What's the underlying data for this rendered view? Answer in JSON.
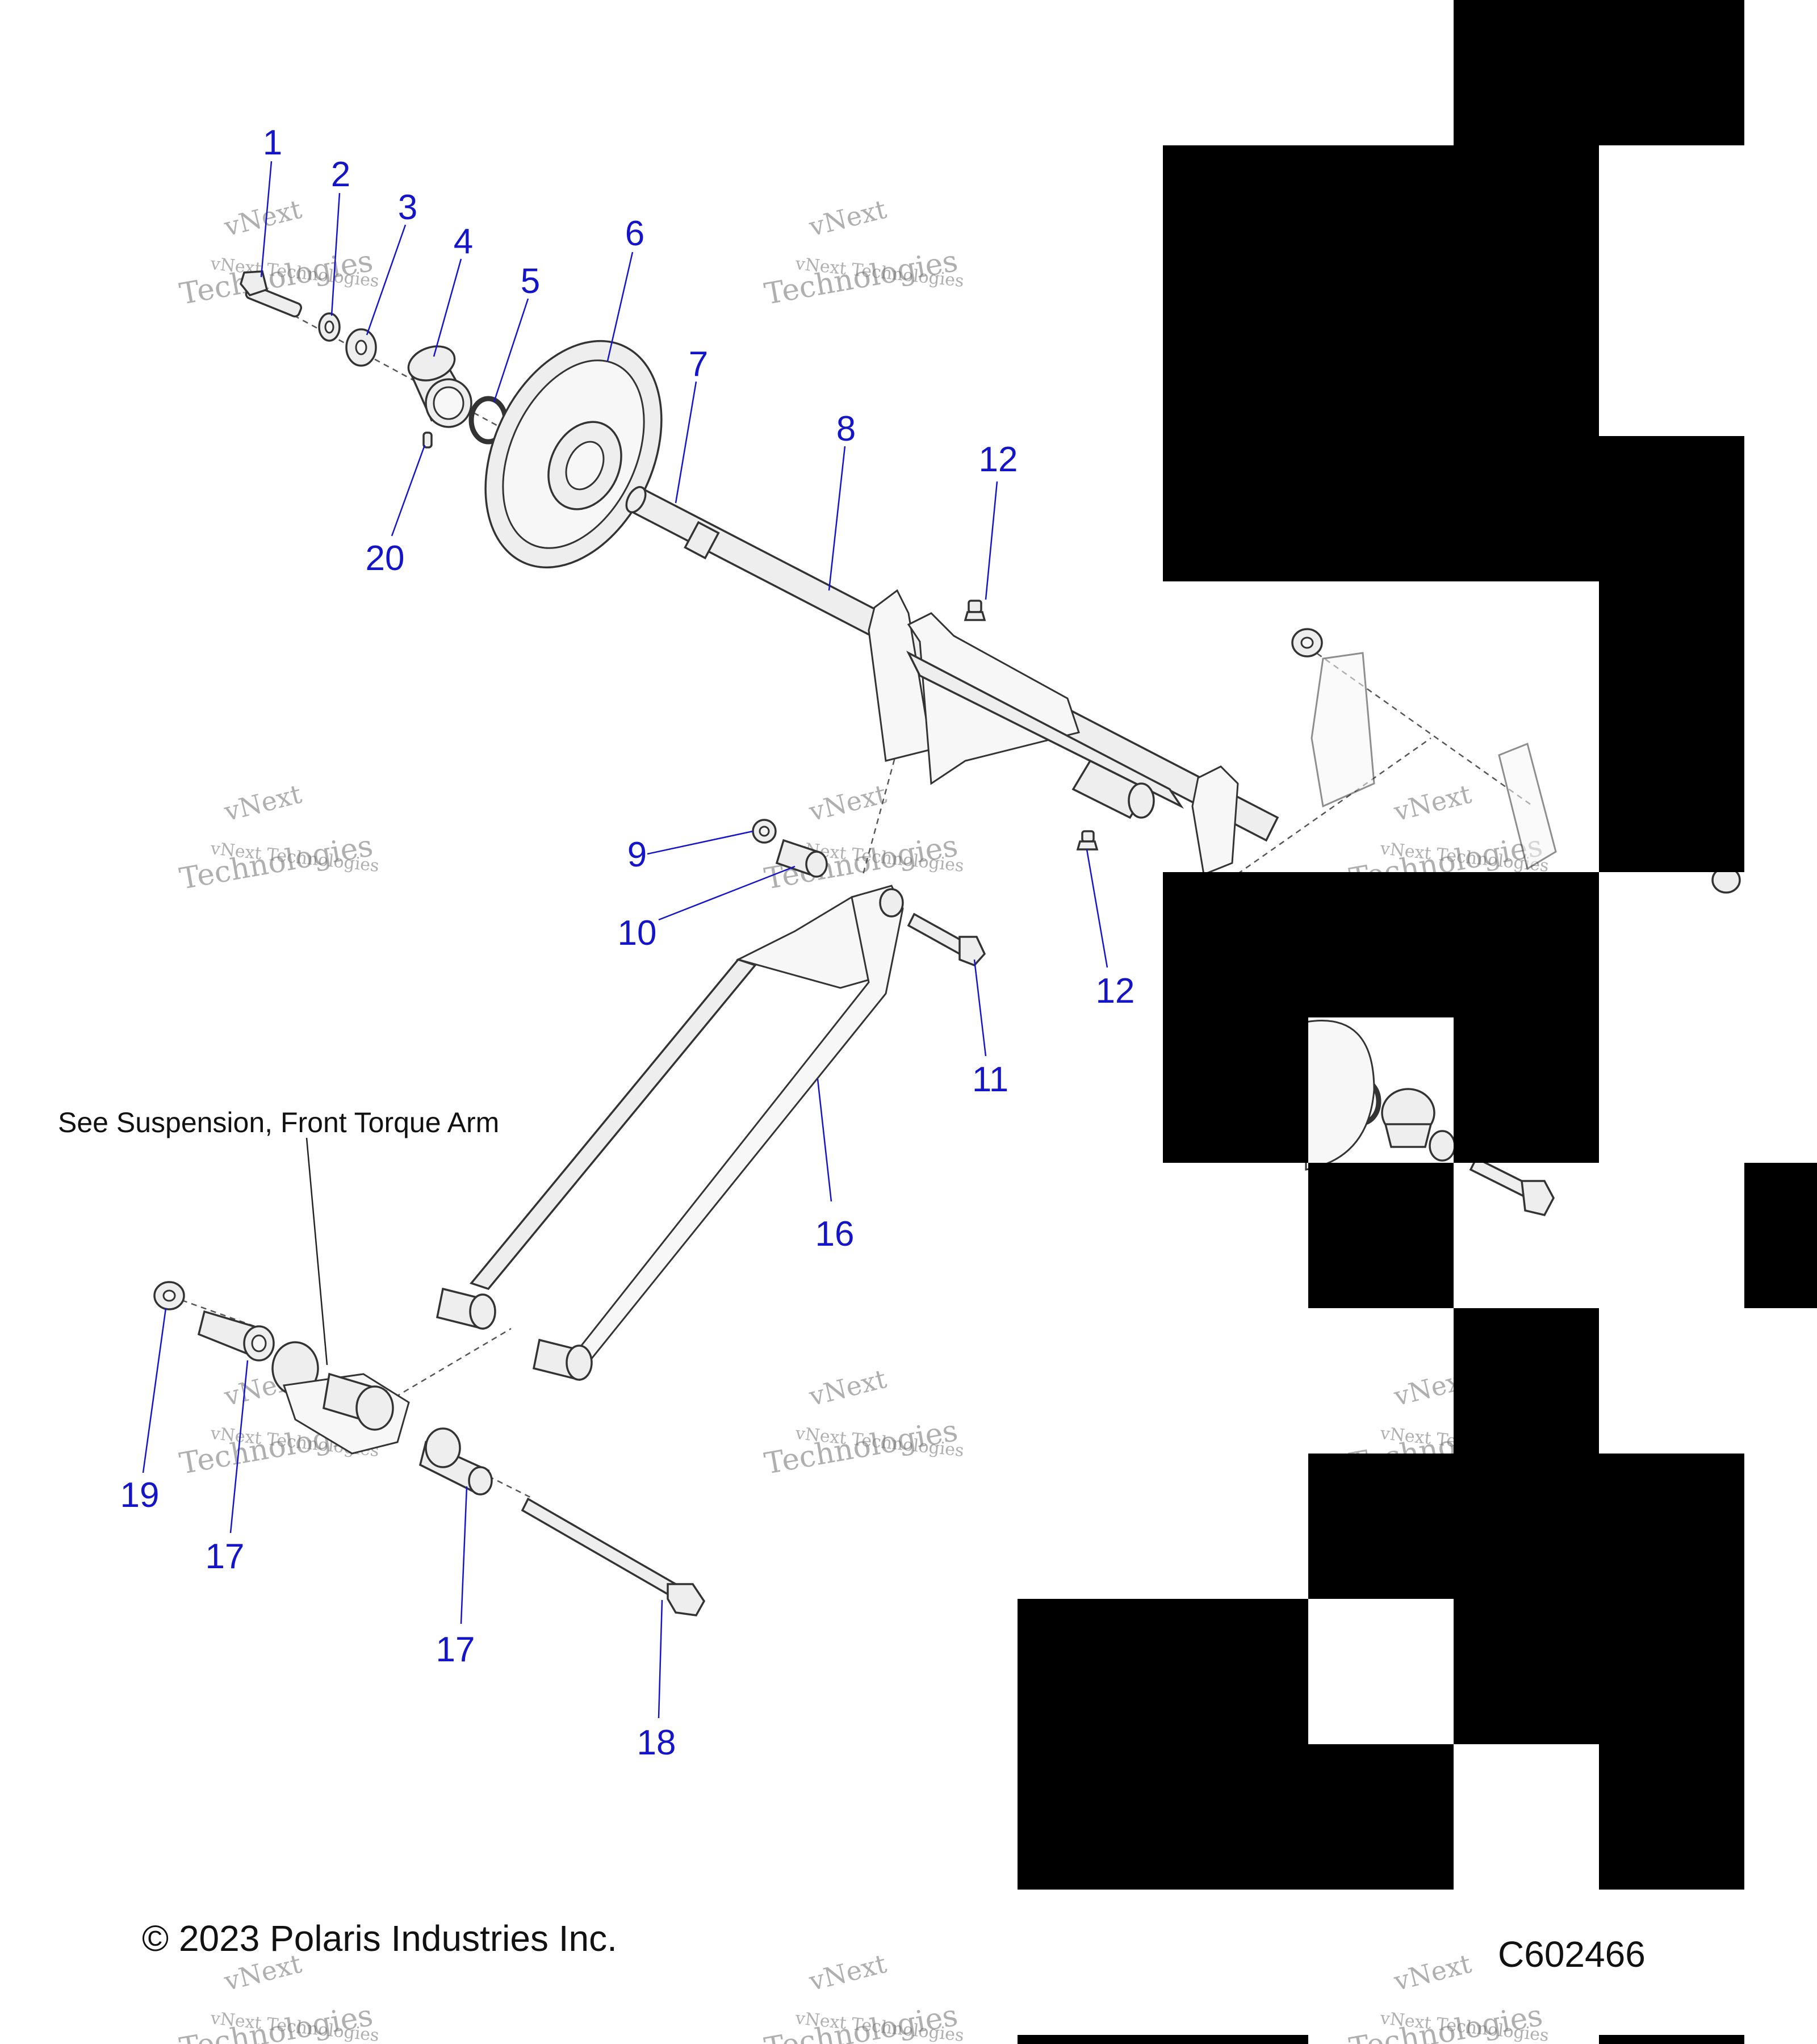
{
  "diagram": {
    "note": "See Suspension, Front Torque Arm",
    "copyright": "© 2023 Polaris Industries Inc.",
    "figure_code": "C602466",
    "watermark": {
      "line1": "vNext",
      "line2": "vNext Technologies",
      "line3": "Technologies"
    },
    "callouts": [
      {
        "id": "c1",
        "label": "1"
      },
      {
        "id": "c2",
        "label": "2"
      },
      {
        "id": "c3",
        "label": "3"
      },
      {
        "id": "c4",
        "label": "4"
      },
      {
        "id": "c5",
        "label": "5"
      },
      {
        "id": "c6",
        "label": "6"
      },
      {
        "id": "c7",
        "label": "7"
      },
      {
        "id": "c8",
        "label": "8"
      },
      {
        "id": "c12a",
        "label": "12"
      },
      {
        "id": "c20",
        "label": "20"
      },
      {
        "id": "c9",
        "label": "9"
      },
      {
        "id": "c10",
        "label": "10"
      },
      {
        "id": "c11",
        "label": "11"
      },
      {
        "id": "c12b",
        "label": "12"
      },
      {
        "id": "c16",
        "label": "16"
      },
      {
        "id": "c19",
        "label": "19"
      },
      {
        "id": "c17a",
        "label": "17"
      },
      {
        "id": "c17b",
        "label": "17"
      },
      {
        "id": "c18",
        "label": "18"
      }
    ],
    "colors": {
      "callout": "#1414c8",
      "ink": "#333333",
      "mask": "#000000"
    }
  }
}
